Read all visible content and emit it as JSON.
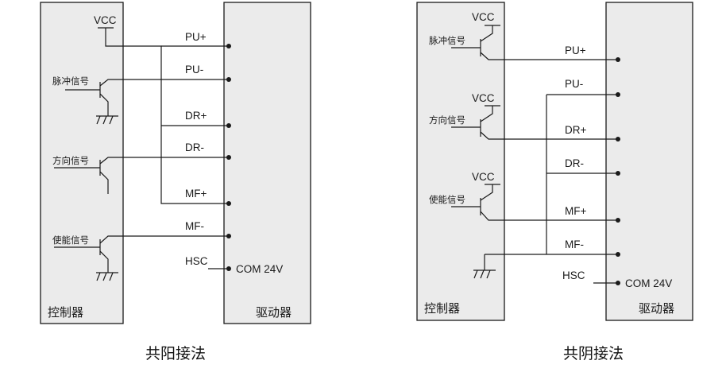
{
  "left": {
    "caption": "共阳接法",
    "controller_label": "控制器",
    "driver_label": "驱动器",
    "vcc": "VCC",
    "signals": {
      "pulse": "脉冲信号",
      "direction": "方向信号",
      "enable": "使能信号"
    },
    "pins": {
      "pu_plus": "PU+",
      "pu_minus": "PU-",
      "dr_plus": "DR+",
      "dr_minus": "DR-",
      "mf_plus": "MF+",
      "mf_minus": "MF-",
      "hsc": "HSC",
      "com": "COM 24V"
    }
  },
  "right": {
    "caption": "共阴接法",
    "controller_label": "控制器",
    "driver_label": "驱动器",
    "vcc": "VCC",
    "signals": {
      "pulse": "脉冲信号",
      "direction": "方向信号",
      "enable": "使能信号"
    },
    "pins": {
      "pu_plus": "PU+",
      "pu_minus": "PU-",
      "dr_plus": "DR+",
      "dr_minus": "DR-",
      "mf_plus": "MF+",
      "mf_minus": "MF-",
      "hsc": "HSC",
      "com": "COM 24V"
    }
  }
}
